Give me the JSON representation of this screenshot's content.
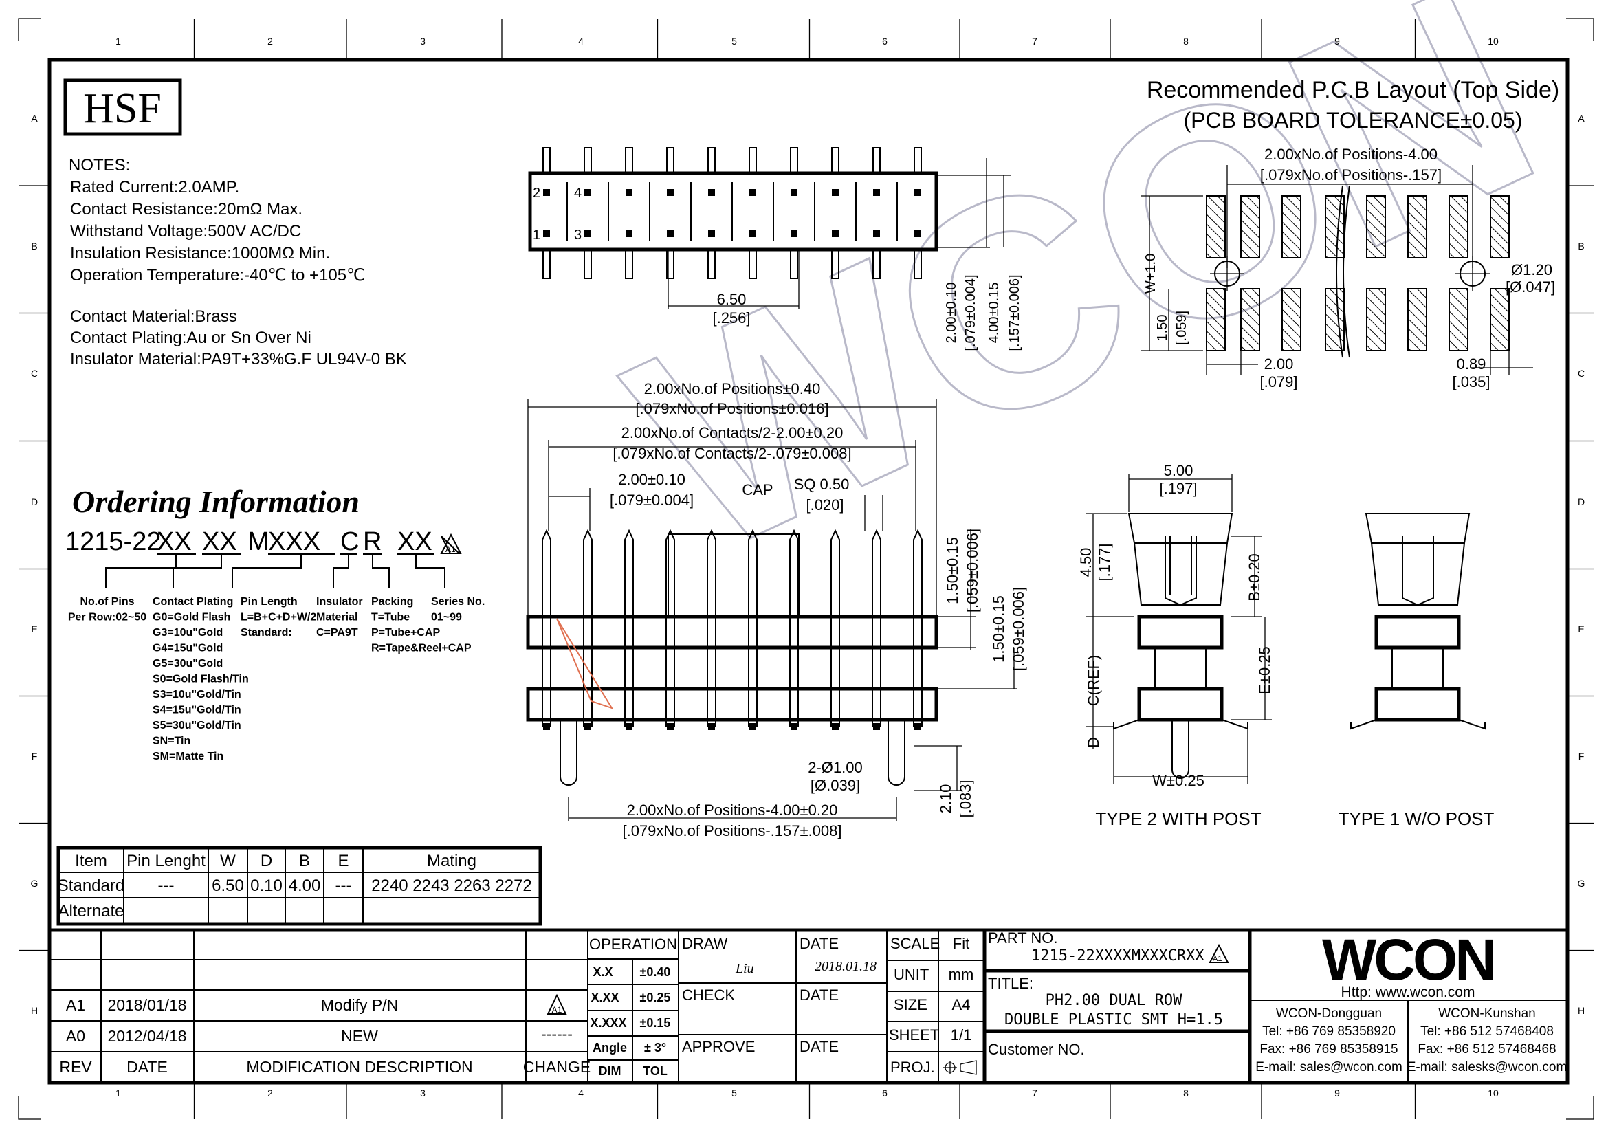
{
  "frame": {
    "columns": [
      "1",
      "2",
      "3",
      "4",
      "5",
      "6",
      "7",
      "8",
      "9",
      "10"
    ],
    "rows": [
      "A",
      "B",
      "C",
      "D",
      "E",
      "F",
      "G",
      "H"
    ]
  },
  "logo_hsf": "HSF",
  "notes": {
    "heading": "NOTES:",
    "lines": [
      "Rated Current:2.0AMP.",
      "Contact Resistance:20mΩ Max.",
      "Withstand Voltage:500V AC/DC",
      "Insulation Resistance:1000MΩ Min.",
      "Operation Temperature:-40℃ to +105℃",
      "Contact Material:Brass",
      "Contact Plating:Au or Sn Over Ni",
      "Insulator Material:PA9T+33%G.F UL94V-0 BK"
    ]
  },
  "ordering": {
    "title": "Ordering Information",
    "code": [
      "1215-22",
      "XX",
      "XX",
      "M",
      "XXX",
      "C",
      "R",
      "XX",
      "A1"
    ],
    "columns": [
      {
        "lines": [
          "No.of Pins",
          "Per Row:02~50"
        ]
      },
      {
        "lines": [
          "Contact Plating",
          "G0=Gold Flash",
          "G3=10u\"Gold",
          "G4=15u\"Gold",
          "G5=30u\"Gold",
          "S0=Gold Flash/Tin",
          "S3=10u\"Gold/Tin",
          "S4=15u\"Gold/Tin",
          "S5=30u\"Gold/Tin",
          "SN=Tin",
          "SM=Matte Tin"
        ]
      },
      {
        "lines": [
          "Pin Length",
          "L=B+C+D+W/2",
          "Standard:"
        ]
      },
      {
        "lines": [
          "Insulator",
          "Material",
          "C=PA9T"
        ]
      },
      {
        "lines": [
          "Packing",
          "T=Tube",
          "P=Tube+CAP",
          "R=Tape&Reel+CAP"
        ]
      },
      {
        "lines": [
          "Series No.",
          "01~99"
        ]
      }
    ]
  },
  "mating_table": {
    "headers": [
      "Item",
      "Pin Lenght",
      "W",
      "D",
      "B",
      "E",
      "Mating"
    ],
    "rows": [
      [
        "Standard",
        "---",
        "6.50",
        "0.10",
        "4.00",
        "---",
        "2240  2243  2263  2272"
      ],
      [
        "Alternate",
        "",
        "",
        "",
        "",
        "",
        ""
      ]
    ]
  },
  "top_view": {
    "pin_labels": [
      "2",
      "4",
      "1",
      "3"
    ],
    "dim_pitch": "6.50",
    "dim_pitch_in": "[.256]",
    "dim_v1": "2.00±0.10",
    "dim_v1_in": "[.079±0.004]",
    "dim_v2": "4.00±0.15",
    "dim_v2_in": "[.157±0.006]"
  },
  "pcb": {
    "title": "Recommended P.C.B Layout (Top Side)",
    "subtitle": "(PCB BOARD TOLERANCE±0.05)",
    "dim_width": "2.00xNo.of Positions-4.00",
    "dim_width_in": "[.079xNo.of Positions-.157]",
    "dim_w": "W+1.0",
    "dim_150": "1.50",
    "dim_150_in": "[.059]",
    "dim_hole": "Ø1.20",
    "dim_hole_in": "[Ø.047]",
    "dim_pitch": "2.00",
    "dim_pitch_in": "[.079]",
    "dim_pad": "0.89",
    "dim_pad_in": "[.035]"
  },
  "front_view": {
    "d1": "2.00xNo.of Positions±0.40",
    "d1_in": "[.079xNo.of Positions±0.016]",
    "d2": "2.00xNo.of Contacts/2-2.00±0.20",
    "d2_in": "[.079xNo.of Contacts/2-.079±0.008]",
    "d3": "2.00±0.10",
    "d3_in": "[.079±0.004]",
    "cap": "CAP",
    "sq": "SQ 0.50",
    "sq_in": "[.020]",
    "v1": "1.50±0.15",
    "v1_in": "[.059±0.006]",
    "v2": "1.50±0.15",
    "v2_in": "[.059±0.006]",
    "post": "2-Ø1.00",
    "post_in": "[Ø.039]",
    "v3": "2.10",
    "v3_in": "[.083]",
    "d4": "2.00xNo.of Positions-4.00±0.20",
    "d4_in": "[.079xNo.of Positions-.157±.008]"
  },
  "side_views": {
    "w": "5.00",
    "w_in": "[.197]",
    "h": "4.50",
    "h_in": "[.177]",
    "b": "B±0.20",
    "c": "C(REF)",
    "e": "E±0.25",
    "d": "D",
    "wtol": "W±0.25",
    "type2": "TYPE 2 WITH POST",
    "type1": "TYPE 1 W/O POST"
  },
  "watermark": "WCON",
  "revisions": {
    "rows": [
      {
        "rev": "A1",
        "date": "2018/01/18",
        "desc": "Modify P/N",
        "change": "A1"
      },
      {
        "rev": "A0",
        "date": "2012/04/18",
        "desc": "NEW",
        "change": "------"
      }
    ],
    "headers": {
      "rev": "REV",
      "date": "DATE",
      "desc": "MODIFICATION  DESCRIPTION",
      "change": "CHANGE"
    }
  },
  "tolerance": {
    "title": "OPERATION",
    "rows": [
      [
        "X.X",
        "±0.40"
      ],
      [
        "X.XX",
        "±0.25"
      ],
      [
        "X.XXX",
        "±0.15"
      ],
      [
        "Angle",
        "± 3°"
      ]
    ],
    "footer": [
      "DIM",
      "TOL"
    ]
  },
  "approvals": {
    "draw": "DRAW",
    "draw_sign": "Liu",
    "date_label": "DATE",
    "draw_date": "2018.01.18",
    "check": "CHECK",
    "approve": "APPROVE"
  },
  "scale_block": [
    [
      "SCALE",
      "Fit"
    ],
    [
      "UNIT",
      "mm"
    ],
    [
      "SIZE",
      "A4"
    ],
    [
      "SHEET",
      "1/1"
    ],
    [
      "PROJ.",
      ""
    ]
  ],
  "part": {
    "label": "PART NO.",
    "number": "1215-22XXXXMXXXCRXX",
    "rev_mark": "A1",
    "title_label": "TITLE:",
    "title_1": "PH2.00 DUAL ROW",
    "title_2": "DOUBLE PLASTIC SMT H=1.5",
    "customer": "Customer NO."
  },
  "company": {
    "logo": "WCON",
    "url": "Http: www.wcon.com",
    "offices": [
      {
        "name": "WCON-Dongguan",
        "tel": "Tel: +86 769 85358920",
        "fax": "Fax: +86 769 85358915",
        "email": "E-mail: sales@wcon.com"
      },
      {
        "name": "WCON-Kunshan",
        "tel": "Tel: +86 512 57468408",
        "fax": "Fax: +86 512 57468468",
        "email": "E-mail: salesks@wcon.com"
      }
    ]
  }
}
